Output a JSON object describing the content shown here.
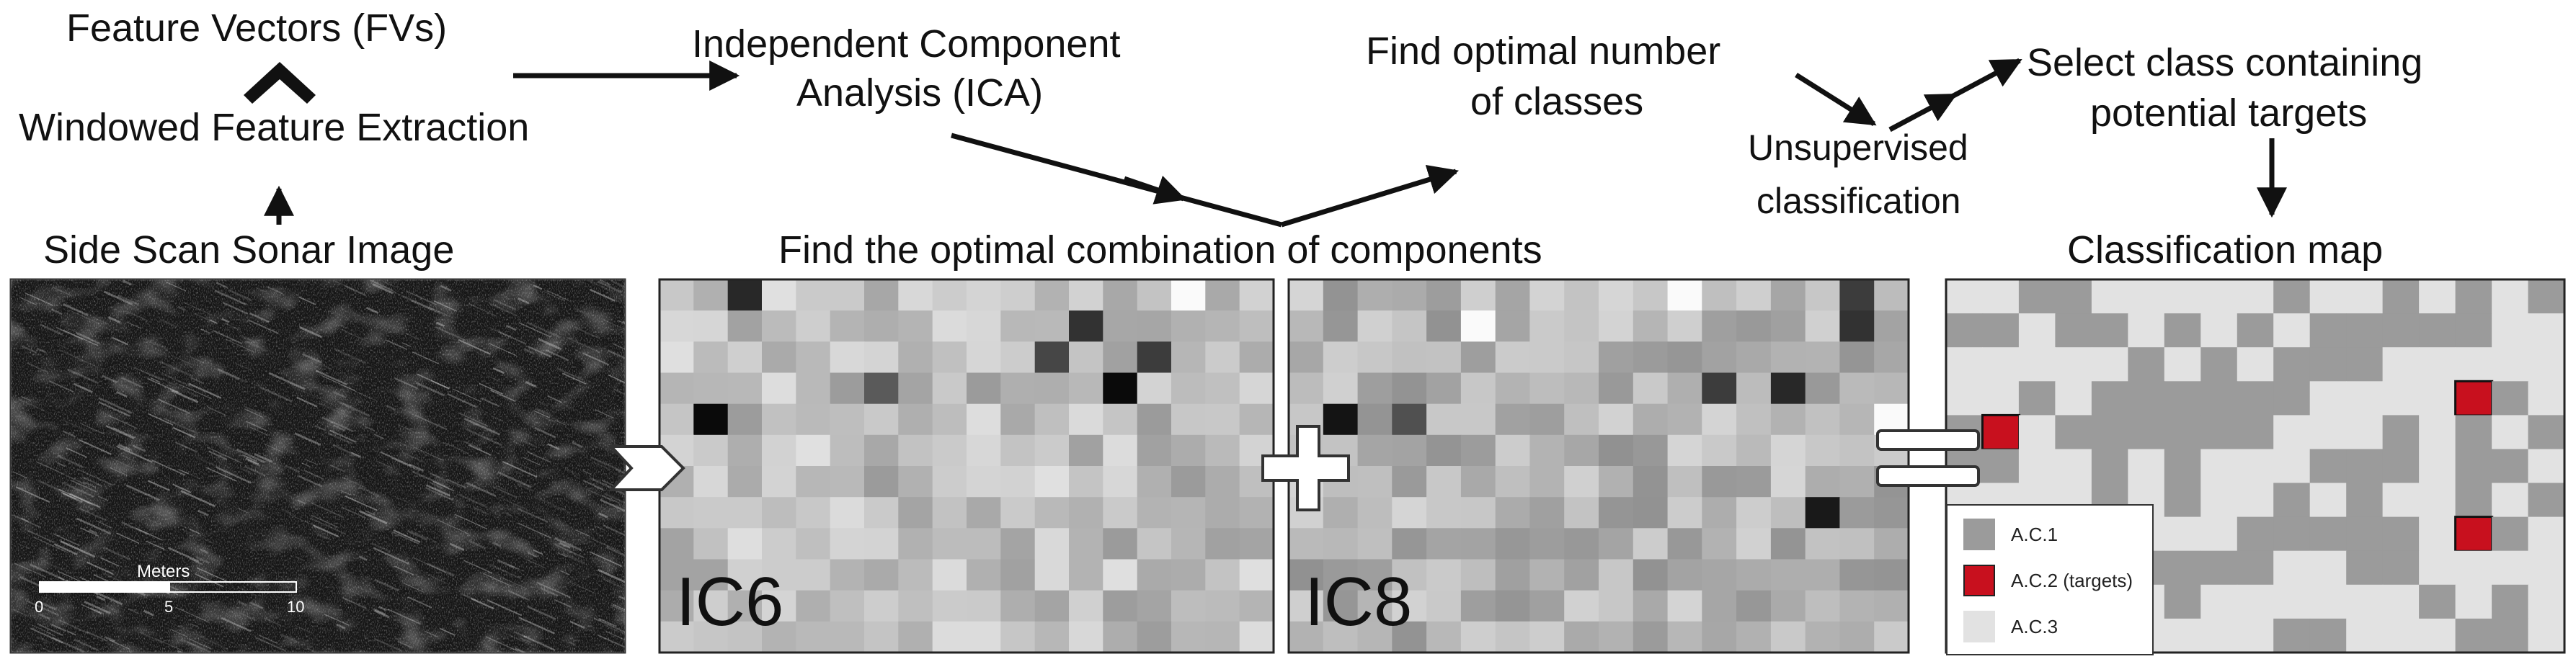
{
  "labels": {
    "feature_vectors": "Feature Vectors (FVs)",
    "windowed_extraction": "Windowed Feature Extraction",
    "side_scan": "Side Scan Sonar Image",
    "ica_line1": "Independent Component",
    "ica_line2": "Analysis (ICA)",
    "optimal_classes_line1": "Find optimal number",
    "optimal_classes_line2": "of classes",
    "unsupervised_line1": "Unsupervised",
    "unsupervised_line2": "classification",
    "select_class_line1": "Select class containing",
    "select_class_line2": "potential targets",
    "optimal_combination": "Find the optimal combination of components",
    "classification_map": "Classification map"
  },
  "panels": {
    "ic6": "IC6",
    "ic8": "IC8"
  },
  "scalebar": {
    "title": "Meters",
    "ticks": [
      "0",
      "5",
      "10"
    ]
  },
  "legend": [
    {
      "label": "A.C.1",
      "color": "#9b9b9b"
    },
    {
      "label": "A.C.2 (targets)",
      "color": "#c8101e"
    },
    {
      "label": "A.C.3",
      "color": "#e2e2e2"
    }
  ],
  "colors": {
    "sonar_bg": "#161616",
    "target": "#c8101e",
    "class1": "#9b9b9b",
    "class3": "#e2e2e2"
  }
}
